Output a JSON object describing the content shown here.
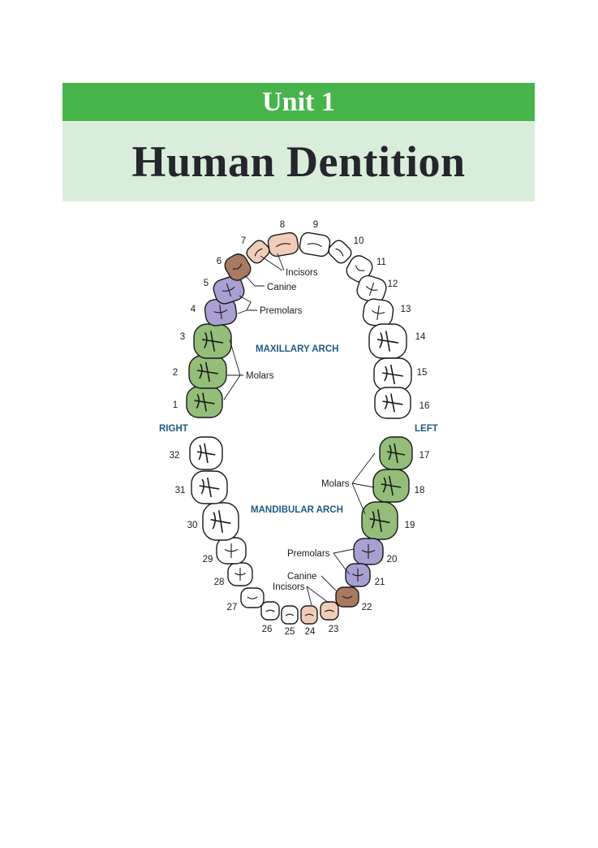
{
  "header": {
    "unit": "Unit 1",
    "title": "Human Dentition"
  },
  "colors": {
    "header_band": "#46b44a",
    "title_band": "#d9eeda",
    "molar": "#93bd79",
    "premolar": "#a99fd2",
    "canine": "#a87a60",
    "incisor": "#f0cdb9",
    "unshaded": "#ffffff",
    "region_label": "#1e5a86"
  },
  "diagram": {
    "arch_labels": {
      "maxillary": "MAXILLARY ARCH",
      "mandibular": "MANDIBULAR ARCH",
      "right": "RIGHT",
      "left": "LEFT"
    },
    "annotations": {
      "upper_incisors": "Incisors",
      "upper_canine": "Canine",
      "upper_premolars": "Premolars",
      "upper_molars": "Molars",
      "lower_molars": "Molars",
      "lower_premolars": "Premolars",
      "lower_canine": "Canine",
      "lower_incisors": "Incisors"
    },
    "teeth": [
      {
        "number": "1",
        "type": "molar",
        "shaded": true
      },
      {
        "number": "2",
        "type": "molar",
        "shaded": true
      },
      {
        "number": "3",
        "type": "molar",
        "shaded": true
      },
      {
        "number": "4",
        "type": "premolar",
        "shaded": true
      },
      {
        "number": "5",
        "type": "premolar",
        "shaded": true
      },
      {
        "number": "6",
        "type": "canine",
        "shaded": true
      },
      {
        "number": "7",
        "type": "incisor",
        "shaded": true
      },
      {
        "number": "8",
        "type": "incisor",
        "shaded": true
      },
      {
        "number": "9",
        "type": "incisor",
        "shaded": false
      },
      {
        "number": "10",
        "type": "incisor",
        "shaded": false
      },
      {
        "number": "11",
        "type": "canine",
        "shaded": false
      },
      {
        "number": "12",
        "type": "premolar",
        "shaded": false
      },
      {
        "number": "13",
        "type": "premolar",
        "shaded": false
      },
      {
        "number": "14",
        "type": "molar",
        "shaded": false
      },
      {
        "number": "15",
        "type": "molar",
        "shaded": false
      },
      {
        "number": "16",
        "type": "molar",
        "shaded": false
      },
      {
        "number": "17",
        "type": "molar",
        "shaded": true
      },
      {
        "number": "18",
        "type": "molar",
        "shaded": true
      },
      {
        "number": "19",
        "type": "molar",
        "shaded": true
      },
      {
        "number": "20",
        "type": "premolar",
        "shaded": true
      },
      {
        "number": "21",
        "type": "premolar",
        "shaded": true
      },
      {
        "number": "22",
        "type": "canine",
        "shaded": true
      },
      {
        "number": "23",
        "type": "incisor",
        "shaded": true
      },
      {
        "number": "24",
        "type": "incisor",
        "shaded": true
      },
      {
        "number": "25",
        "type": "incisor",
        "shaded": false
      },
      {
        "number": "26",
        "type": "incisor",
        "shaded": false
      },
      {
        "number": "27",
        "type": "canine",
        "shaded": false
      },
      {
        "number": "28",
        "type": "premolar",
        "shaded": false
      },
      {
        "number": "29",
        "type": "premolar",
        "shaded": false
      },
      {
        "number": "30",
        "type": "molar",
        "shaded": false
      },
      {
        "number": "31",
        "type": "molar",
        "shaded": false
      },
      {
        "number": "32",
        "type": "molar",
        "shaded": false
      }
    ]
  }
}
